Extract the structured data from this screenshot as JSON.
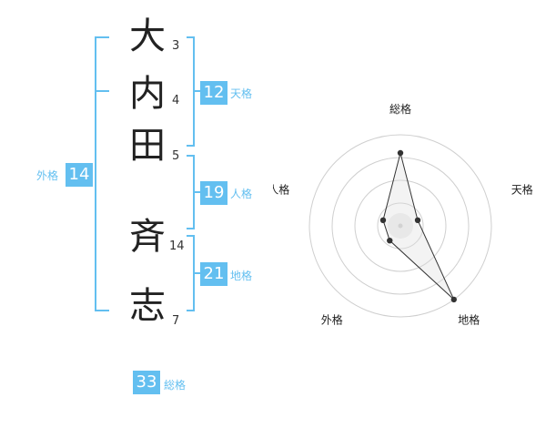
{
  "name": {
    "characters": [
      {
        "char": "大",
        "strokes": "3"
      },
      {
        "char": "内",
        "strokes": "4"
      },
      {
        "char": "田",
        "strokes": "5"
      },
      {
        "char": "斉",
        "strokes": "14"
      },
      {
        "char": "志",
        "strokes": "7"
      }
    ]
  },
  "fortune": {
    "tenkaku": {
      "value": "12",
      "label": "天格"
    },
    "jinkaku": {
      "value": "19",
      "label": "人格"
    },
    "chikaku": {
      "value": "21",
      "label": "地格"
    },
    "gaikaku": {
      "value": "14",
      "label": "外格"
    },
    "soukaku": {
      "value": "33",
      "label": "総格"
    }
  },
  "colors": {
    "accent": "#63bff0",
    "text": "#222222"
  },
  "chart_data": {
    "type": "radar",
    "axes": [
      "総格",
      "天格",
      "地格",
      "外格",
      "人格"
    ],
    "rings": 4,
    "values": [
      4,
      1,
      5,
      1,
      1
    ],
    "rmax": 5
  }
}
